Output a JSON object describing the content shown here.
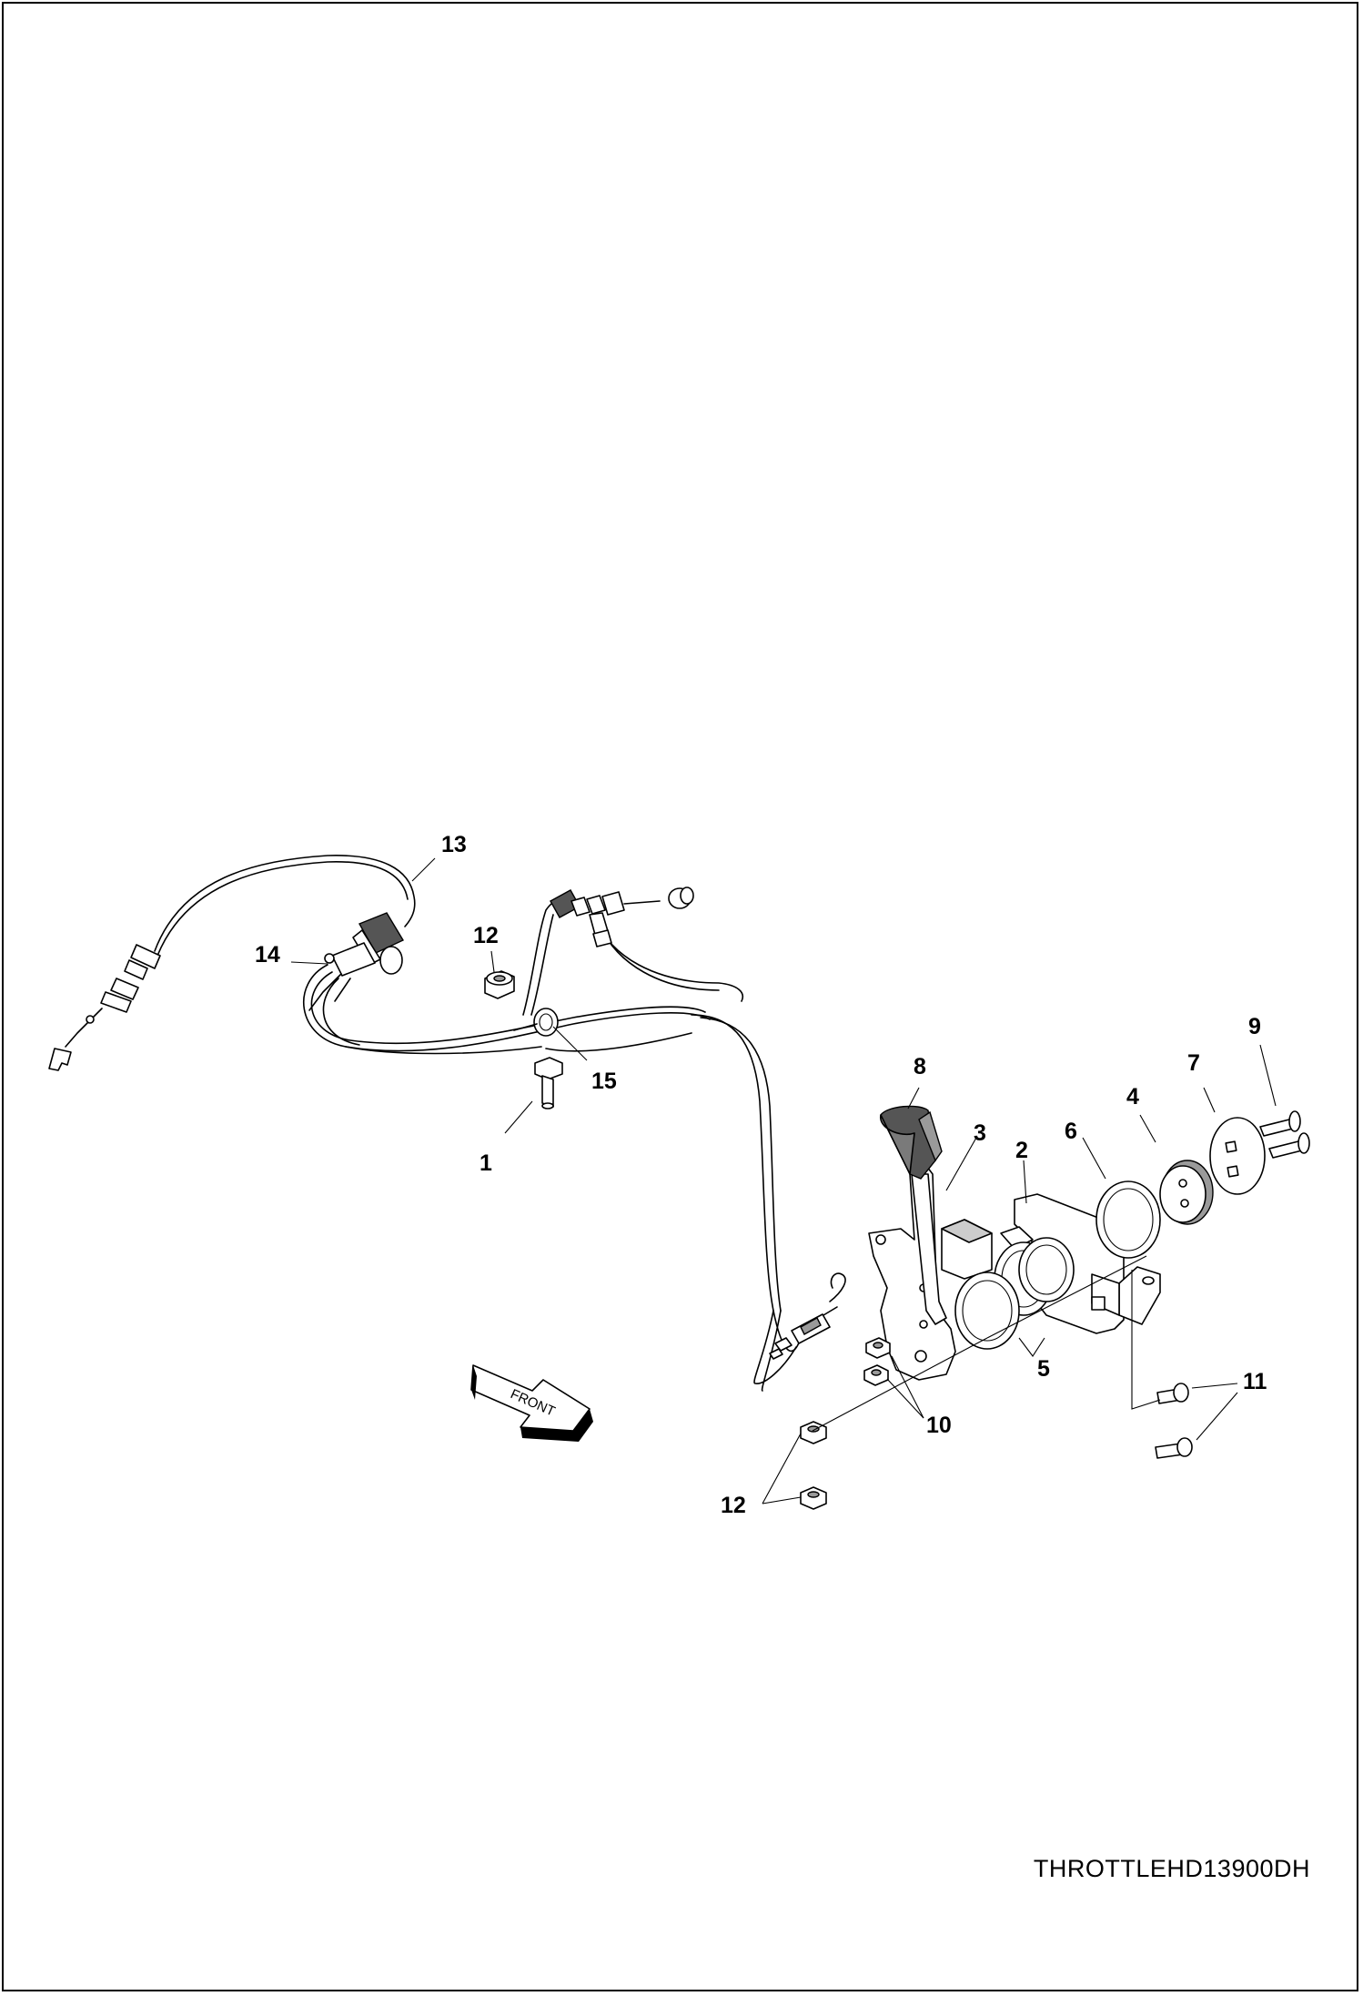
{
  "drawing_code": "THROTTLEHD13900DH",
  "front_arrow_label": "FRONT",
  "callouts": {
    "c13": "13",
    "c14": "14",
    "c12_top": "12",
    "c15": "15",
    "c1": "1",
    "c8": "8",
    "c3": "3",
    "c2": "2",
    "c6": "6",
    "c4": "4",
    "c7": "7",
    "c9": "9",
    "c5": "5",
    "c10": "10",
    "c11": "11",
    "c12_bottom": "12"
  }
}
